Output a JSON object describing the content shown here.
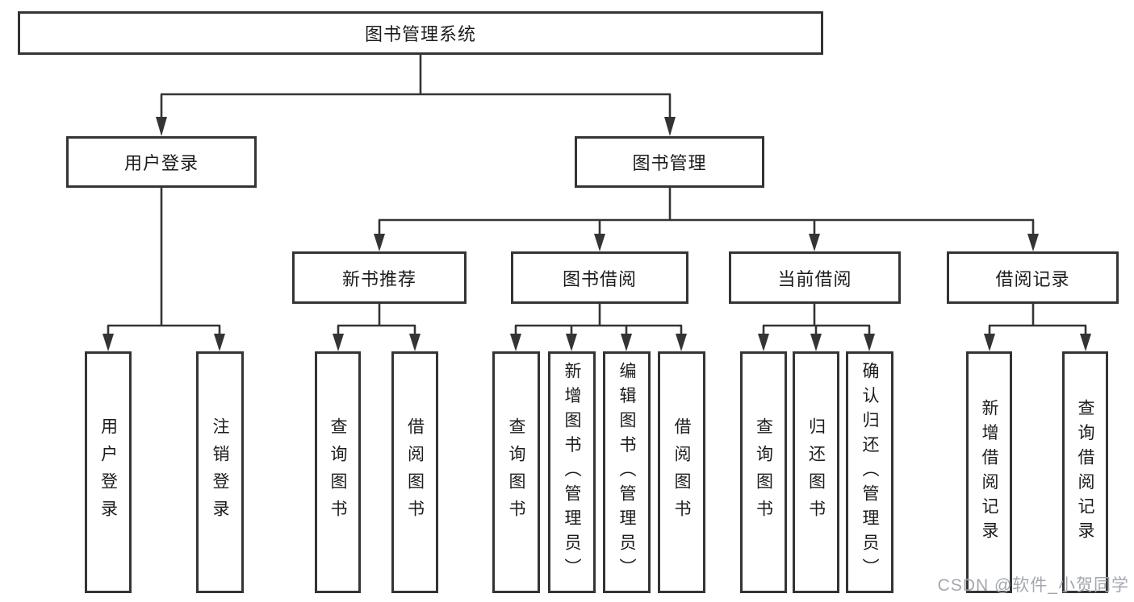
{
  "diagram": {
    "root": {
      "label": "图书管理系统"
    },
    "level1": [
      {
        "label": "用户登录"
      },
      {
        "label": "图书管理"
      }
    ],
    "level2": [
      {
        "label": "新书推荐"
      },
      {
        "label": "图书借阅"
      },
      {
        "label": "当前借阅"
      },
      {
        "label": "借阅记录"
      }
    ],
    "leaves": [
      {
        "label": "用户登录"
      },
      {
        "label": "注销登录"
      },
      {
        "label": "查询图书"
      },
      {
        "label": "借阅图书"
      },
      {
        "label": "查询图书"
      },
      {
        "label": "新增图书（管理员）"
      },
      {
        "label": "编辑图书（管理员）"
      },
      {
        "label": "借阅图书"
      },
      {
        "label": "查询图书"
      },
      {
        "label": "归还图书"
      },
      {
        "label": "确认归还（管理员）"
      },
      {
        "label": "新增借阅记录"
      },
      {
        "label": "查询借阅记录"
      }
    ]
  },
  "watermark": {
    "text": "CSDN @软件_小贺同学"
  },
  "colors": {
    "line": "#343434",
    "text": "#1c1c1c",
    "watermark": "#a3a7ae",
    "background": "#ffffff"
  }
}
